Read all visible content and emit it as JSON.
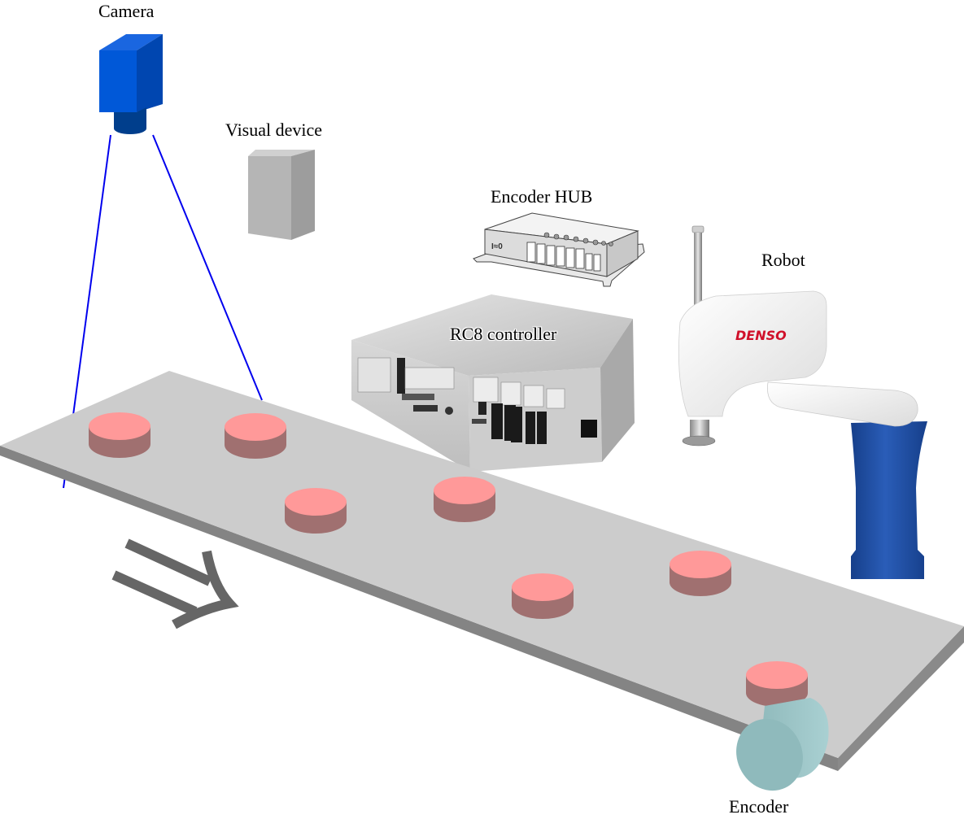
{
  "diagram": {
    "title": "Conveyor tracking system",
    "labels": {
      "camera": "Camera",
      "visual_device": "Visual device",
      "encoder_hub": "Encoder HUB",
      "robot": "Robot",
      "controller": "RC8 controller",
      "encoder": "Encoder"
    },
    "robot_brand": "DENSO",
    "colors": {
      "camera_body": "#0050c8",
      "camera_line": "#0000ee",
      "conveyor_top": "#cccccc",
      "conveyor_side": "#848484",
      "workpiece_top": "#ff9999",
      "workpiece_side": "#a07070",
      "arrow": "#666666",
      "encoder": "#9ec5c7",
      "robot_base": "#1e4fa0",
      "brand_red": "#d0102a"
    },
    "workpiece_count": 7,
    "flow_direction": "left-to-right along conveyor"
  }
}
